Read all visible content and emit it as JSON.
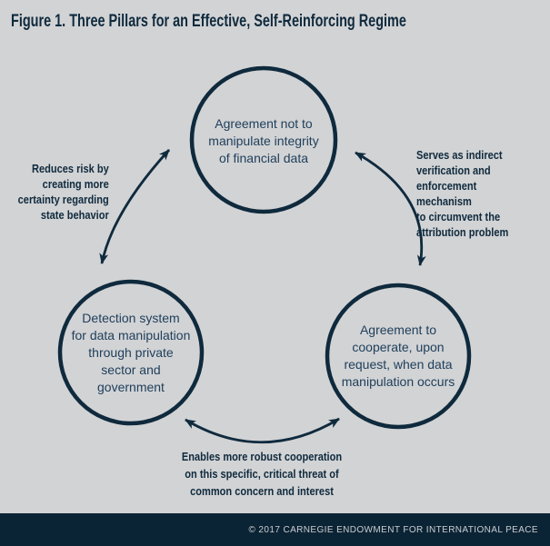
{
  "title": "Figure 1. Three Pillars for an Effective, Self-Reinforcing Regime",
  "diagram": {
    "nodes": {
      "top": {
        "lines": [
          "Agreement not to",
          "manipulate integrity",
          "of financial data"
        ]
      },
      "bottom_left": {
        "lines": [
          "Detection system",
          "for data manipulation",
          "through private",
          "sector and",
          "government"
        ]
      },
      "bottom_right": {
        "lines": [
          "Agreement to",
          "cooperate, upon",
          "request, when data",
          "manipulation occurs"
        ]
      }
    },
    "edges": {
      "left": {
        "lines": [
          "Reduces risk by",
          "creating more",
          "certainty regarding",
          "state behavior"
        ]
      },
      "right": {
        "lines": [
          "Serves as indirect",
          "verification and",
          "enforcement mechanism",
          "to circumvent the",
          "attribution problem"
        ]
      },
      "bottom": {
        "lines": [
          "Enables more robust cooperation",
          "on this specific, critical threat of",
          "common concern and interest"
        ]
      }
    }
  },
  "footer": {
    "copyright": "© 2017 CARNEGIE ENDOWMENT FOR INTERNATIONAL PEACE"
  },
  "colors": {
    "bg": "#d2d3d5",
    "navy": "#0f2a3d",
    "footer_bg": "#0b2435",
    "footer_text": "#c9cdd1",
    "node_text": "#20405c"
  }
}
